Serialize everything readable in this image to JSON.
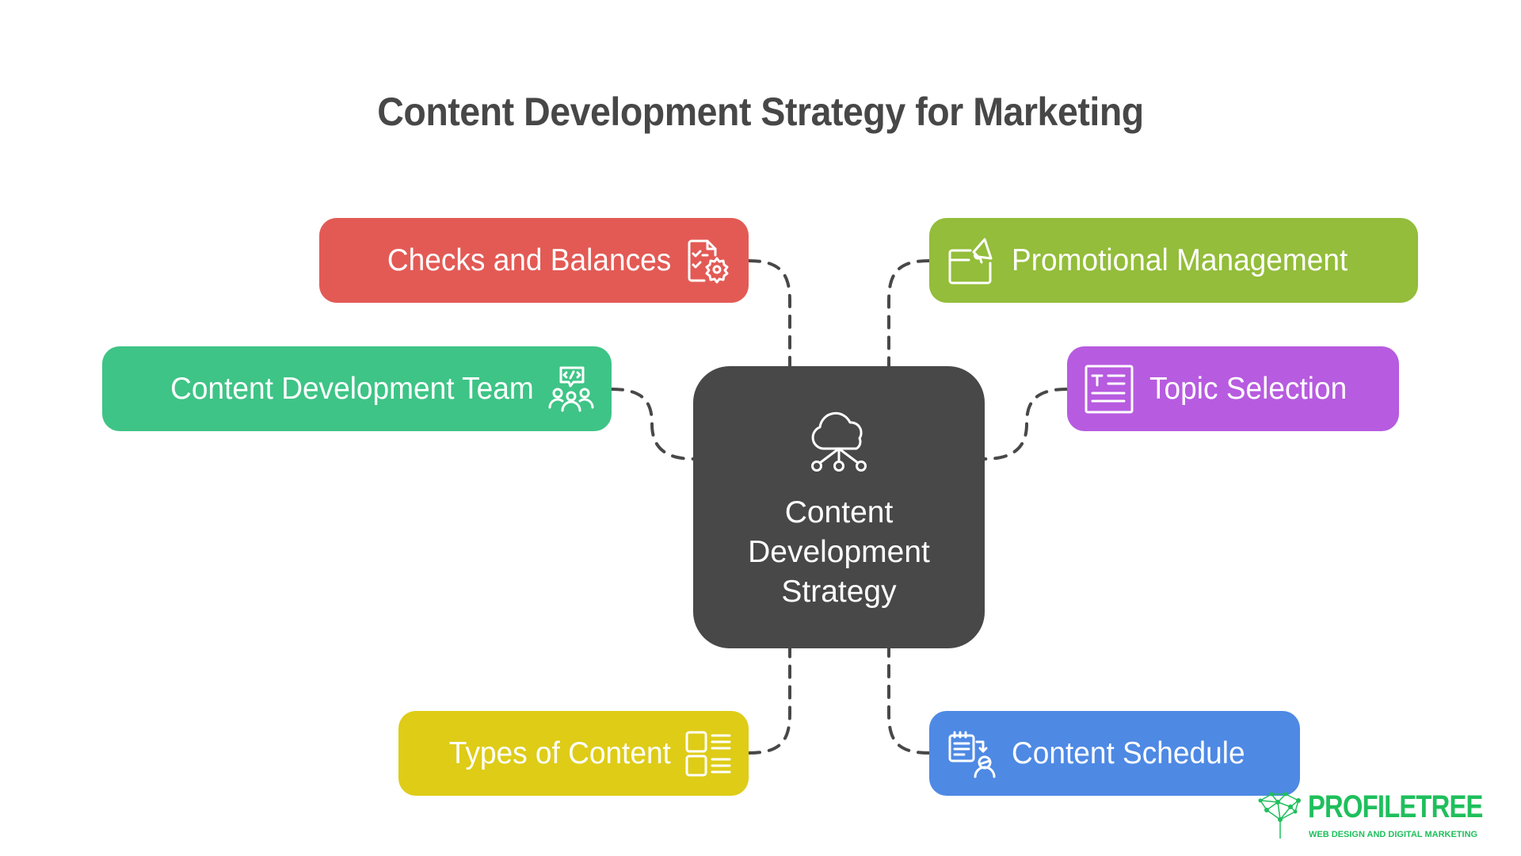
{
  "title": "Content Development Strategy for Marketing",
  "center": {
    "label_lines": [
      "Content",
      "Development",
      "Strategy"
    ],
    "icon": "cloud-network-icon",
    "color": "#484848"
  },
  "nodes": {
    "checks": {
      "label": "Checks and Balances",
      "icon": "checklist-gear-icon",
      "color": "#E35A55"
    },
    "team": {
      "label": "Content Development Team",
      "icon": "team-code-icon",
      "color": "#3EC486"
    },
    "types": {
      "label": "Types of Content",
      "icon": "list-layout-icon",
      "color": "#DECC17"
    },
    "promo": {
      "label": "Promotional Management",
      "icon": "megaphone-window-icon",
      "color": "#93BD3A"
    },
    "topic": {
      "label": "Topic Selection",
      "icon": "text-document-icon",
      "color": "#B75BE0"
    },
    "schedule": {
      "label": "Content Schedule",
      "icon": "schedule-person-icon",
      "color": "#4E89E4"
    }
  },
  "logo": {
    "brand": "PROFILETREE",
    "tagline": "WEB DESIGN AND DIGITAL MARKETING",
    "color": "#1FBF5C"
  }
}
